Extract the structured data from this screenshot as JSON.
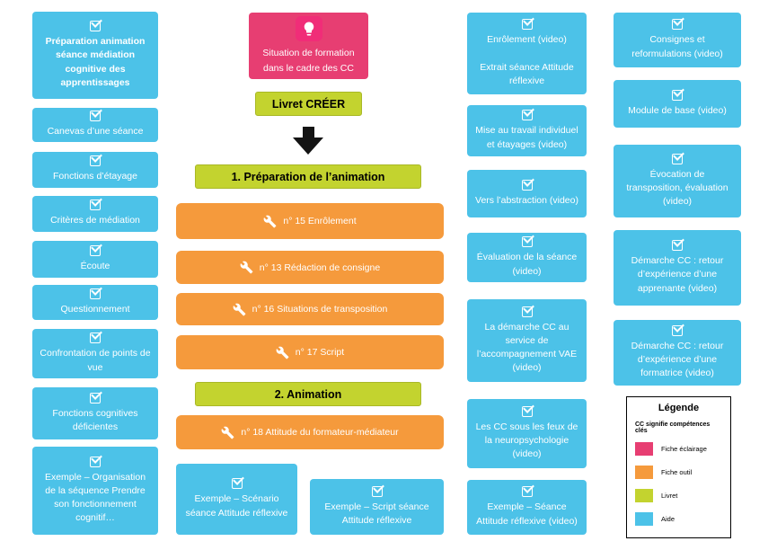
{
  "colors": {
    "aide_blue": "#4CC2E8",
    "fiche_eclairage_pink": "#E73E72",
    "fiche_outil_orange": "#F59A3C",
    "livret_green": "#C3D32F",
    "arrow_black": "#141414"
  },
  "left_column": {
    "items": [
      {
        "label": "Préparation  animation séance médiation cognitive des apprentissages"
      },
      {
        "label": "Canevas d’une séance"
      },
      {
        "label": "Fonctions d’étayage"
      },
      {
        "label": "Critères de médiation"
      },
      {
        "label": "Écoute"
      },
      {
        "label": "Questionnement"
      },
      {
        "label": "Confrontation de points de vue"
      },
      {
        "label": "Fonctions cognitives déficientes"
      },
      {
        "label": "Exemple – Organisation de la séquence Prendre son fonctionnement cognitif…"
      }
    ]
  },
  "center": {
    "formation_card_label": "Situation de formation dans le cadre des CC",
    "livret_header_label": "Livret CRÉER",
    "section1_label": "1. Préparation de l’animation",
    "tools": [
      {
        "label": "n° 15 Enrôlement"
      },
      {
        "label": "n° 13 Rédaction de consigne"
      },
      {
        "label": "n° 16 Situations de transposition"
      },
      {
        "label": "n° 17 Script"
      }
    ],
    "section2_label": "2. Animation",
    "tool18_label": "n° 18 Attitude du formateur-médiateur",
    "example_scenario_label": "Exemple – Scénario séance Attitude réflexive",
    "example_script_label": "Exemple – Script séance Attitude réflexive"
  },
  "videos_inner": {
    "items": [
      {
        "label": "Enrôlement (video)\n\nExtrait séance Attitude réflexive"
      },
      {
        "label": "Mise au travail individuel et étayages (video)"
      },
      {
        "label": "Vers l’abstraction (video)"
      },
      {
        "label": "Évaluation de la séance (video)"
      },
      {
        "label": "La démarche CC au service de l’accompagnement VAE (video)"
      },
      {
        "label": "Les CC sous les feux de la neuropsychologie (video)"
      },
      {
        "label": "Exemple – Séance Attitude réflexive (video)"
      }
    ]
  },
  "videos_outer": {
    "items": [
      {
        "label": "Consignes et reformulations (video)"
      },
      {
        "label": "Module de base (video)"
      },
      {
        "label": "Évocation de transposition, évaluation (video)"
      },
      {
        "label": "Démarche CC : retour d’expérience d’une apprenante (video)"
      },
      {
        "label": "Démarche CC : retour d’expérience d’une formatrice (video)"
      }
    ]
  },
  "legend": {
    "title": "Légende",
    "note": "CC signifie compétences  clés",
    "items": [
      {
        "label": "Fiche éclairage",
        "color": "#E73E72"
      },
      {
        "label": "Fiche outil",
        "color": "#F59A3C"
      },
      {
        "label": "Livret",
        "color": "#C3D32F"
      },
      {
        "label": "Aide",
        "color": "#4CC2E8"
      }
    ]
  }
}
